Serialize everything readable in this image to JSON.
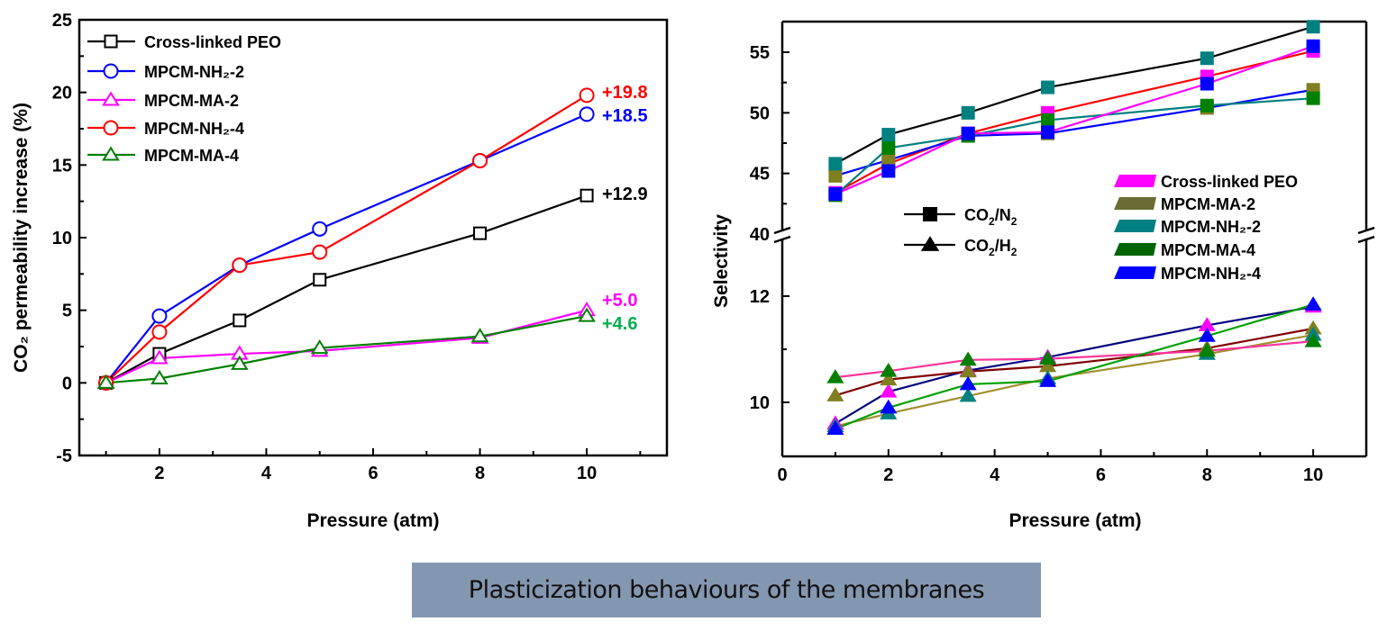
{
  "caption": "Plasticization behaviours of the membranes",
  "chart_data": [
    {
      "type": "line",
      "xlabel": "Pressure (atm)",
      "ylabel": "CO₂ permeability increase (%)",
      "xlim": [
        0.5,
        11.5
      ],
      "ylim": [
        -5,
        25
      ],
      "xticks": [
        2,
        4,
        6,
        8,
        10
      ],
      "yticks": [
        -5,
        0,
        5,
        10,
        15,
        20,
        25
      ],
      "grid": false,
      "legend_position": "top-left",
      "x": [
        1,
        2,
        3.5,
        5,
        8,
        10
      ],
      "series": [
        {
          "name": "Cross-linked PEO",
          "color": "#000000",
          "marker": "square",
          "values": [
            0,
            2.0,
            4.3,
            7.1,
            10.3,
            12.9
          ]
        },
        {
          "name": "MPCM-NH₂-2",
          "color": "#0000ff",
          "marker": "circle",
          "values": [
            0,
            4.6,
            8.1,
            10.6,
            15.3,
            18.5
          ]
        },
        {
          "name": "MPCM-MA-2",
          "color": "#ff00ff",
          "marker": "triangle",
          "values": [
            0,
            1.7,
            2.0,
            2.2,
            3.1,
            5.0
          ]
        },
        {
          "name": "MPCM-NH₂-4",
          "color": "#ff0000",
          "marker": "circle",
          "values": [
            0,
            3.5,
            8.1,
            9.0,
            15.3,
            19.8
          ]
        },
        {
          "name": "MPCM-MA-4",
          "color": "#008000",
          "marker": "triangle",
          "values": [
            0,
            0.3,
            1.3,
            2.4,
            3.2,
            4.6
          ]
        }
      ],
      "annotations": [
        {
          "text": "+19.8",
          "color": "#ff0000",
          "x": 10,
          "y": 19.8
        },
        {
          "text": "+18.5",
          "color": "#0000ff",
          "x": 10,
          "y": 18.5
        },
        {
          "text": "+12.9",
          "color": "#000000",
          "x": 10,
          "y": 12.9
        },
        {
          "text": "+5.0",
          "color": "#ff00ff",
          "x": 10,
          "y": 5.0
        },
        {
          "text": "+4.6",
          "color": "#00b050",
          "x": 10,
          "y": 4.6
        }
      ]
    },
    {
      "type": "line",
      "xlabel": "Pressure (atm)",
      "ylabel": "Selectivity",
      "xlim": [
        0,
        11
      ],
      "ylim_upper": [
        40,
        57.5
      ],
      "ylim_lower": [
        9,
        13.2
      ],
      "xticks": [
        0,
        2,
        4,
        6,
        8,
        10
      ],
      "yticks_upper": [
        40,
        45,
        50,
        55
      ],
      "yticks_lower": [
        10,
        12
      ],
      "grid": false,
      "axis_break": true,
      "legend_position": "center-right",
      "x": [
        1,
        2,
        3.5,
        5,
        8,
        10
      ],
      "type_legend": [
        {
          "label": "CO",
          "sub1": "2",
          "mid": "/N",
          "sub2": "2",
          "marker": "square"
        },
        {
          "label": "CO",
          "sub1": "2",
          "mid": "/H",
          "sub2": "2",
          "marker": "triangle"
        }
      ],
      "series_legend": [
        {
          "name": "Cross-linked PEO",
          "color": "#ff00ff"
        },
        {
          "name": "MPCM-MA-2",
          "color": "#6b6b35"
        },
        {
          "name": "MPCM-NH₂-2",
          "color": "#008080"
        },
        {
          "name": "MPCM-MA-4",
          "color": "#006400"
        },
        {
          "name": "MPCM-NH₂-4",
          "color": "#0000ff"
        }
      ],
      "series": [
        {
          "name": "Cross-linked PEO CO2/N2",
          "gas": "N2",
          "marker_color": "#ff00ff",
          "line_color": "#ff0000",
          "values": [
            43.4,
            45.8,
            48.3,
            50.0,
            53.0,
            55.1
          ]
        },
        {
          "name": "MPCM-MA-2 CO2/N2",
          "gas": "N2",
          "marker_color": "#808020",
          "line_color": "#0000ff",
          "values": [
            44.8,
            46.1,
            48.1,
            48.3,
            50.4,
            51.9
          ]
        },
        {
          "name": "MPCM-NH2-2 CO2/N2",
          "gas": "N2",
          "marker_color": "#008080",
          "line_color": "#000000",
          "values": [
            45.8,
            48.2,
            50.0,
            52.1,
            54.5,
            57.1
          ]
        },
        {
          "name": "MPCM-MA-4 CO2/N2",
          "gas": "N2",
          "marker_color": "#008000",
          "line_color": "#008080",
          "values": [
            43.2,
            47.1,
            48.1,
            49.4,
            50.6,
            51.2
          ]
        },
        {
          "name": "MPCM-NH2-4 CO2/N2",
          "gas": "N2",
          "marker_color": "#0000ff",
          "line_color": "#ff00ff",
          "values": [
            43.3,
            45.2,
            48.3,
            48.4,
            52.4,
            55.5
          ]
        },
        {
          "name": "Cross-linked PEO CO2/H2",
          "gas": "H2",
          "marker_color": "#ff00ff",
          "line_color": "#000080",
          "values": [
            9.6,
            10.2,
            10.6,
            10.85,
            11.45,
            11.8
          ]
        },
        {
          "name": "MPCM-MA-2 CO2/H2",
          "gas": "H2",
          "marker_color": "#808020",
          "line_color": "#800000",
          "values": [
            10.13,
            10.43,
            10.58,
            10.68,
            11.02,
            11.39
          ]
        },
        {
          "name": "MPCM-NH2-2 CO2/H2",
          "gas": "H2",
          "marker_color": "#008080",
          "line_color": "#a09030",
          "values": [
            9.55,
            9.79,
            10.12,
            10.45,
            10.91,
            11.27
          ]
        },
        {
          "name": "MPCM-MA-4 CO2/H2",
          "gas": "H2",
          "marker_color": "#008000",
          "line_color": "#ff3399",
          "values": [
            10.47,
            10.59,
            10.8,
            10.82,
            10.97,
            11.15
          ]
        },
        {
          "name": "MPCM-NH2-4 CO2/H2",
          "gas": "H2",
          "marker_color": "#0000ff",
          "line_color": "#00a000",
          "values": [
            9.5,
            9.9,
            10.34,
            10.4,
            11.25,
            11.84
          ]
        }
      ]
    }
  ]
}
